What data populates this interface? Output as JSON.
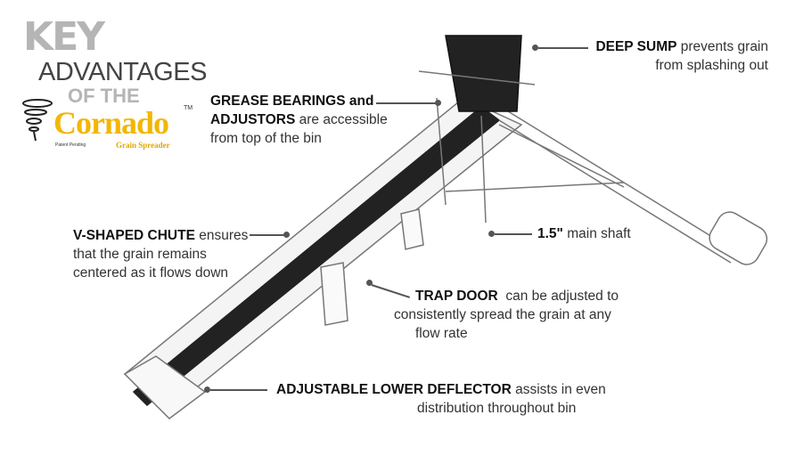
{
  "title": {
    "key": "KEY",
    "advantages": "ADVANTAGES",
    "of_the": "OF THE"
  },
  "logo": {
    "brand": "Cornado",
    "tm": "TM",
    "subtitle": "Grain Spreader",
    "patent": "Patent Pending"
  },
  "callouts": {
    "deep_sump": {
      "bold": "DEEP SUMP",
      "rest1": " prevents grain",
      "rest2": "from splashing out"
    },
    "grease": {
      "bold1": "GREASE BEARINGS and",
      "bold2": "ADJUSTORS",
      "rest2": " are accessible",
      "rest3": "from top of the bin"
    },
    "chute": {
      "bold": "V-SHAPED CHUTE",
      "rest1": " ensures",
      "rest2": "that the grain remains",
      "rest3": "centered as it flows down"
    },
    "shaft": {
      "bold": "1.5\"",
      "rest": " main shaft"
    },
    "trap": {
      "bold": "TRAP DOOR",
      "rest1": "  can be adjusted to",
      "rest2": "consistently spread the grain at any",
      "rest3": "flow rate"
    },
    "deflector": {
      "bold": "ADJUSTABLE LOWER DEFLECTOR",
      "rest1": " assists in even",
      "rest2": "distribution throughout bin"
    }
  },
  "colors": {
    "brand": "#f2b705",
    "key": "#b5b5b5",
    "text": "#333333"
  }
}
